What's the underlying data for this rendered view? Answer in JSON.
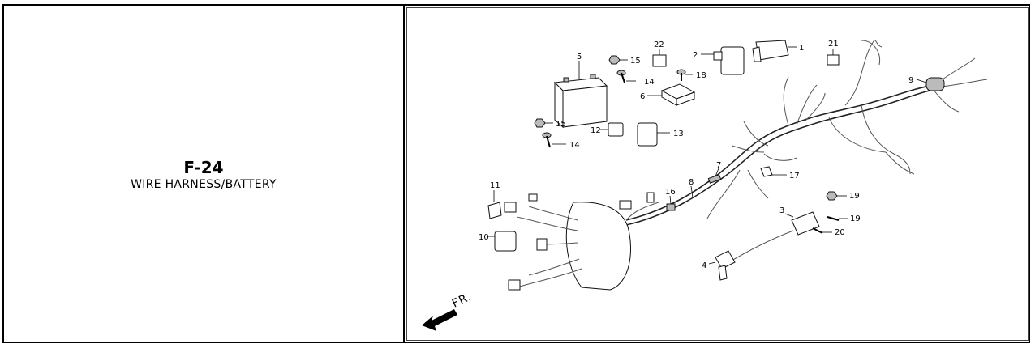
{
  "section": {
    "code": "F-24",
    "name": "WIRE HARNESS/BATTERY"
  },
  "diagram": {
    "direction_label": "FR.",
    "callouts": [
      "1",
      "2",
      "3",
      "4",
      "5",
      "6",
      "7",
      "8",
      "9",
      "10",
      "11",
      "12",
      "13",
      "14",
      "14",
      "15",
      "15",
      "16",
      "17",
      "18",
      "19",
      "19",
      "20",
      "21",
      "22"
    ]
  }
}
